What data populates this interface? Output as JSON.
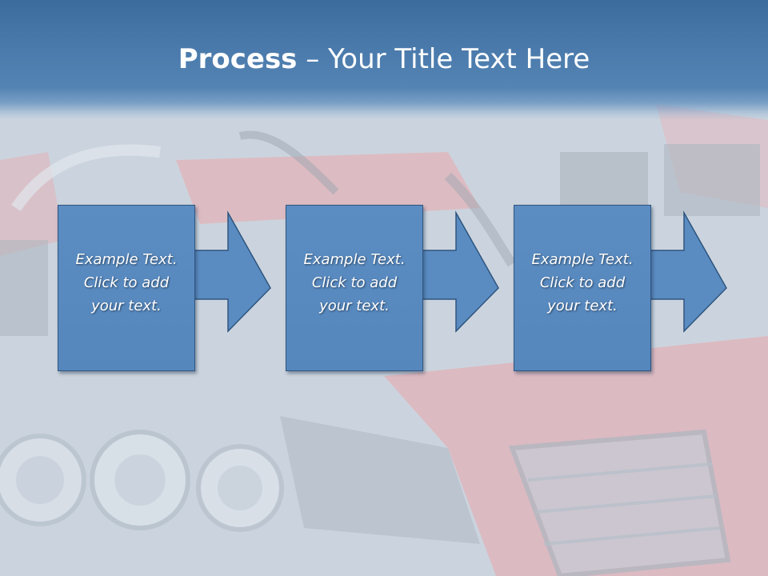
{
  "slide": {
    "title_bold": "Process",
    "title_rest": " – Your Title Text Here"
  },
  "steps": [
    {
      "line1": "Example Text.",
      "line2": "Click  to add",
      "line3": "your text."
    },
    {
      "line1": "Example Text.",
      "line2": "Click  to add",
      "line3": "your text."
    },
    {
      "line1": "Example Text.",
      "line2": "Click  to add",
      "line3": "your text."
    }
  ],
  "colors": {
    "title_band": "#4a7aab",
    "box_fill": "#5a8cc2",
    "box_border": "#2f557f",
    "title_text": "#ffffff"
  }
}
